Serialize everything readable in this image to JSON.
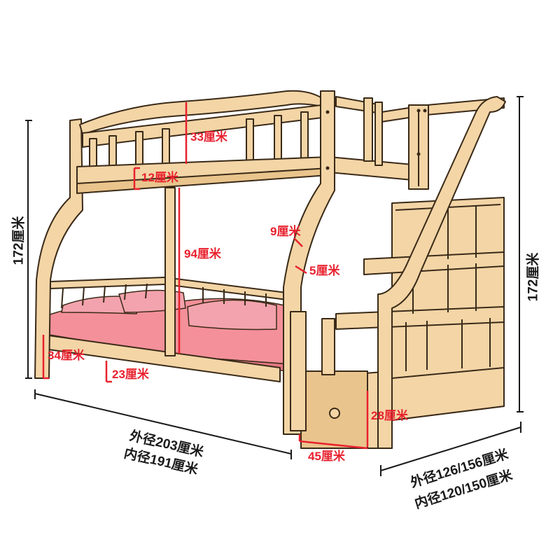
{
  "colors": {
    "wood": "#f3d5a6",
    "wood_dark": "#e9c48c",
    "outline": "#3a2a18",
    "mattress": "#f4909a",
    "mattress_dark": "#e57883",
    "pillow": "#f3a3ad",
    "dimension_red": "#e8212e",
    "dimension_black": "#1a1a1a"
  },
  "labels": {
    "top_rail_height": "33厘米",
    "top_board_thickness": "12厘米",
    "bottom_clearance": "94厘米",
    "post_9": "9厘米",
    "post_5": "5厘米",
    "bottom_side_height": "34厘米",
    "floor_gap": "23厘米",
    "step_height": "28厘米",
    "step_width": "45厘米",
    "total_height_left": "172厘米",
    "total_height_right": "172厘米",
    "outer_length": "外径203厘米",
    "inner_length": "内径191厘米",
    "outer_width": "外径126/156厘米",
    "inner_width": "内径120/150厘米"
  }
}
